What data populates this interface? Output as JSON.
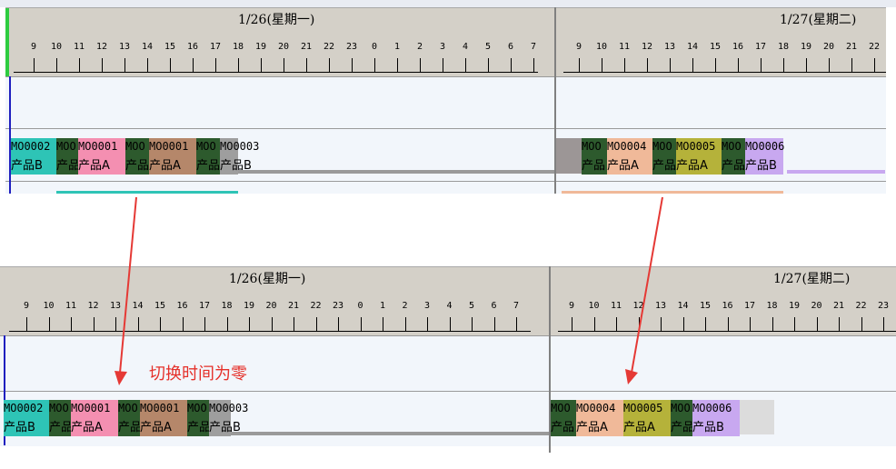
{
  "panels": [
    {
      "id": "before",
      "day1": {
        "title": "1/26(星期一)",
        "hours": [
          "9",
          "10",
          "11",
          "12",
          "13",
          "14",
          "15",
          "16",
          "17",
          "18",
          "19",
          "20",
          "21",
          "22",
          "23",
          "0",
          "1",
          "2",
          "3",
          "4",
          "5",
          "6",
          "7"
        ]
      },
      "day2": {
        "title": "1/27(星期二)",
        "hours": [
          "9",
          "10",
          "11",
          "12",
          "13",
          "14",
          "15",
          "16",
          "17",
          "18",
          "19",
          "20",
          "21",
          "22"
        ]
      },
      "blocks_day1": [
        {
          "code": "MO0002",
          "product": "产品B",
          "color": "#2ec4b6"
        },
        {
          "code": "MOO",
          "product": "产品",
          "color": "#2d5a2d"
        },
        {
          "code": "MO0001",
          "product": "产品A",
          "color": "#f48fb1"
        },
        {
          "code": "MOO",
          "product": "产品",
          "color": "#2d5a2d"
        },
        {
          "code": "MO0001",
          "product": "产品A",
          "color": "#b5876a"
        },
        {
          "code": "MOO",
          "product": "产品",
          "color": "#2d5a2d"
        },
        {
          "code": "MO0003",
          "product": "产品B",
          "color": "#9e9e9e"
        }
      ],
      "blocks_day2": [
        {
          "code": "MOO",
          "product": "产品",
          "color": "#2d5a2d"
        },
        {
          "code": "MO0004",
          "product": "产品A",
          "color": "#f0b999"
        },
        {
          "code": "MOO",
          "product": "产品",
          "color": "#2d5a2d"
        },
        {
          "code": "MO0005",
          "product": "产品A",
          "color": "#b5b23a"
        },
        {
          "code": "MOO",
          "product": "产品",
          "color": "#2d5a2d"
        },
        {
          "code": "MO0006",
          "product": "产品B",
          "color": "#c8a8f0"
        }
      ]
    },
    {
      "id": "after",
      "day1": {
        "title": "1/26(星期一)",
        "hours": [
          "9",
          "10",
          "11",
          "12",
          "13",
          "14",
          "15",
          "16",
          "17",
          "18",
          "19",
          "20",
          "21",
          "22",
          "23",
          "0",
          "1",
          "2",
          "3",
          "4",
          "5",
          "6",
          "7"
        ]
      },
      "day2": {
        "title": "1/27(星期二)",
        "hours": [
          "9",
          "10",
          "11",
          "12",
          "13",
          "14",
          "15",
          "16",
          "17",
          "18",
          "19",
          "20",
          "21",
          "22",
          "23"
        ]
      }
    }
  ],
  "annotation": "切换时间为零",
  "colors": {
    "accent_arrow": "#e53935",
    "header_bg": "#d4d0c8",
    "lane_bg": "#f2f6fb"
  }
}
